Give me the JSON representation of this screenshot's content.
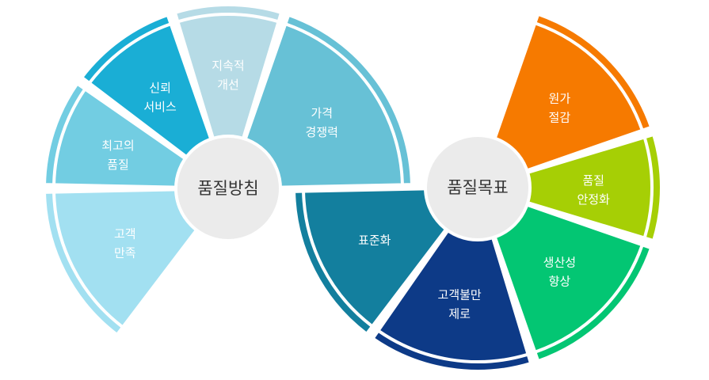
{
  "colors": {
    "ring_light_blue": "#a5dbef",
    "ring_mid_blue": "#62c0d8",
    "ring_dark_blue": "#1b9cc8",
    "teal": "#13809f",
    "teal_light": "#5fbcd3",
    "navy": "#0d3b8a",
    "green": "#00c66f",
    "lime": "#a7cf06",
    "orange": "#f77a00",
    "hub": "#ebebeb"
  },
  "policy": {
    "hub_label": "품질방침",
    "segments": [
      {
        "line1": "고객",
        "line2": "만족",
        "color": "#a2e0f1"
      },
      {
        "line1": "최고의",
        "line2": "품질",
        "color": "#72cde2"
      },
      {
        "line1": "신뢰",
        "line2": "서비스",
        "color": "#1aaed5"
      },
      {
        "line1": "지속적",
        "line2": "개선",
        "color": "#b6dbe6"
      },
      {
        "line1": "가격",
        "line2": "경쟁력",
        "color": "#67c1d6"
      }
    ]
  },
  "goals": {
    "hub_label": "품질목표",
    "segments": [
      {
        "line1": "표준화",
        "line2": "",
        "color": "#137f9e"
      },
      {
        "line1": "고객불만",
        "line2": "제로",
        "color": "#0d3a87"
      },
      {
        "line1": "생산성",
        "line2": "향상",
        "color": "#03c673"
      },
      {
        "line1": "품질",
        "line2": "안정화",
        "color": "#a6cf05"
      },
      {
        "line1": "원가",
        "line2": "절감",
        "color": "#f67a00"
      }
    ]
  }
}
